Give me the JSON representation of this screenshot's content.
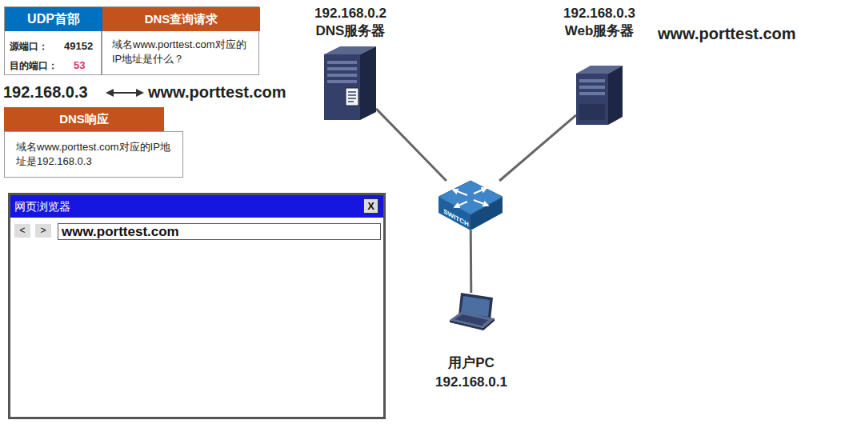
{
  "diagram": {
    "nodes": [
      {
        "text": [
          "UDP首部",
          "源端口：",
          "49152",
          "目的端口：",
          "53"
        ]
      },
      {
        "text": [
          "DNS查询请求",
          "域名www.porttest.com对应的IP地址是什么？"
        ]
      },
      {
        "text": [
          "DNS响应",
          "域名www.porttest.com对应的IP地址是192.168.0.3"
        ]
      },
      {
        "text": [
          "网页浏览器",
          "X"
        ]
      },
      {
        "text": [
          "<"
        ],
        "in": 3
      },
      {
        "text": [
          ">"
        ],
        "in": 3
      },
      {
        "text": [
          "www.porttest.com"
        ],
        "in": 3
      },
      {
        "text": [
          "192.168.0.2 DNS服务器"
        ]
      },
      {
        "text": [
          "192.168.0.3 Web服务器"
        ]
      },
      {
        "text": [
          "SWITCH"
        ]
      },
      {
        "text": [
          "用户PC 192.168.0.1"
        ]
      }
    ],
    "edges": [
      {
        "from": 7,
        "to": 9,
        "arrow": "none"
      },
      {
        "from": 8,
        "to": 9,
        "arrow": "none"
      },
      {
        "from": 9,
        "to": 10,
        "arrow": "none"
      }
    ],
    "labels": [
      "192.168.0.3",
      "www.porttest.com",
      "www.porttest.com"
    ]
  }
}
